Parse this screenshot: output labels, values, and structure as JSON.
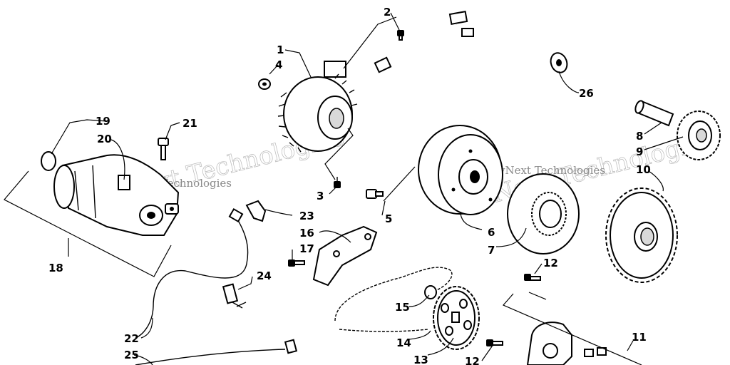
{
  "watermark": {
    "big_text": "vNext Technologies",
    "small_text": "vNext Technologies"
  },
  "labels": {
    "l1": "1",
    "l2": "2",
    "l3": "3",
    "l4": "4",
    "l5": "5",
    "l6": "6",
    "l7": "7",
    "l8": "8",
    "l9": "9",
    "l10": "10",
    "l11": "11",
    "l12a": "12",
    "l12b": "12",
    "l13": "13",
    "l14": "14",
    "l15": "15",
    "l16": "16",
    "l17": "17",
    "l18": "18",
    "l19": "19",
    "l20": "20",
    "l21": "21",
    "l22": "22",
    "l23": "23",
    "l24": "24",
    "l25": "25",
    "l26": "26"
  }
}
